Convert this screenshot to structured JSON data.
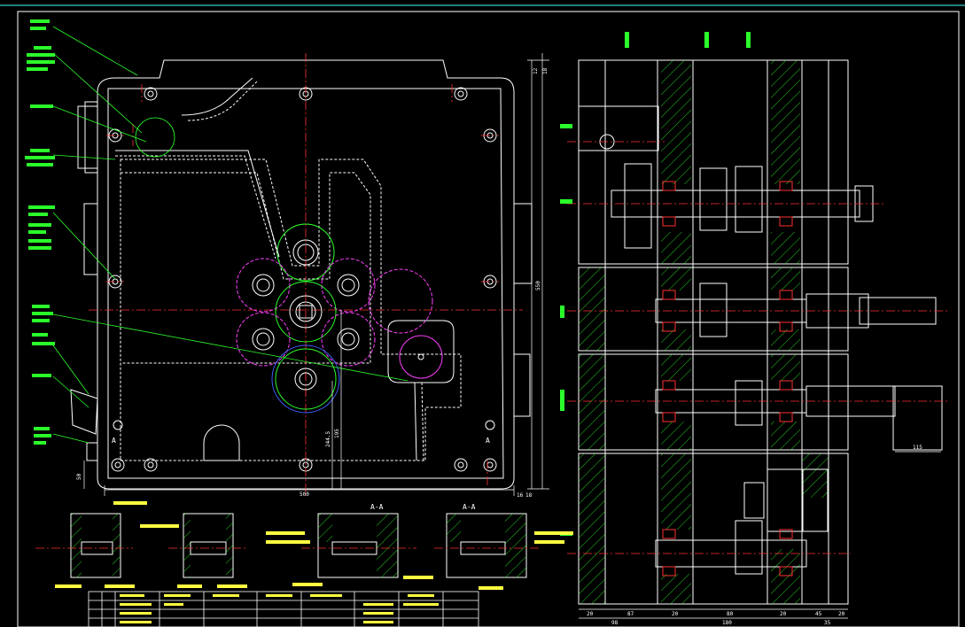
{
  "dims": {
    "top_right_1": "12",
    "top_right_2": "18",
    "height_total": "550",
    "width_bottom": "500",
    "left_small": "50",
    "bottom_r1": "16",
    "bottom_r2": "18",
    "center_v1": "244.5",
    "center_v2": "195",
    "shaft_dim": "115",
    "bottom_segments": [
      "20",
      "87",
      "20",
      "80",
      "20",
      "45",
      "20"
    ],
    "bottom_totals": [
      "98",
      "180",
      "35"
    ]
  },
  "section_labels": {
    "a1": "A",
    "a2": "A",
    "aa1": "A-A",
    "aa2": "A-A"
  },
  "side_labels": {
    "left_top": "放油螺塞",
    "left_mid": "放气螺塞",
    "left_bottom": "组合密封",
    "bottom_sec1": "单向阀",
    "bottom_sec2": "溢流阀"
  },
  "colors": {
    "frame": "#ffffff",
    "outline": "#ffffff",
    "center": "#ff3030",
    "leader": "#2bff2b",
    "magenta": "#ff40ff",
    "blue": "#4060ff",
    "yellow": "#ffff40",
    "cyan": "#40ffff"
  }
}
